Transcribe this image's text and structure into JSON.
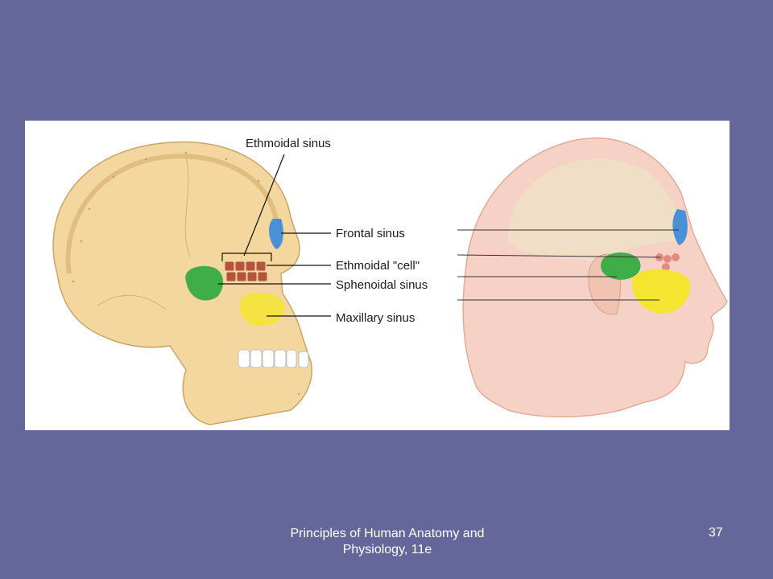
{
  "figure": {
    "labels": {
      "ethmoidal_sinus": "Ethmoidal sinus",
      "frontal_sinus": "Frontal sinus",
      "ethmoidal_cell": "Ethmoidal \"cell\"",
      "sphenoidal_sinus": "Sphenoidal sinus",
      "maxillary_sinus": "Maxillary sinus"
    },
    "colors": {
      "frontal_sinus": "#4a90d6",
      "ethmoidal_cells": "#b5533c",
      "sphenoidal_sinus": "#3fae49",
      "maxillary_sinus": "#f3e530",
      "bone": "#f2d49a",
      "skin": "#f6d2c6"
    }
  },
  "footer": {
    "title_line1": "Principles of Human Anatomy and",
    "title_line2": "Physiology, 11e",
    "page_number": "37"
  }
}
